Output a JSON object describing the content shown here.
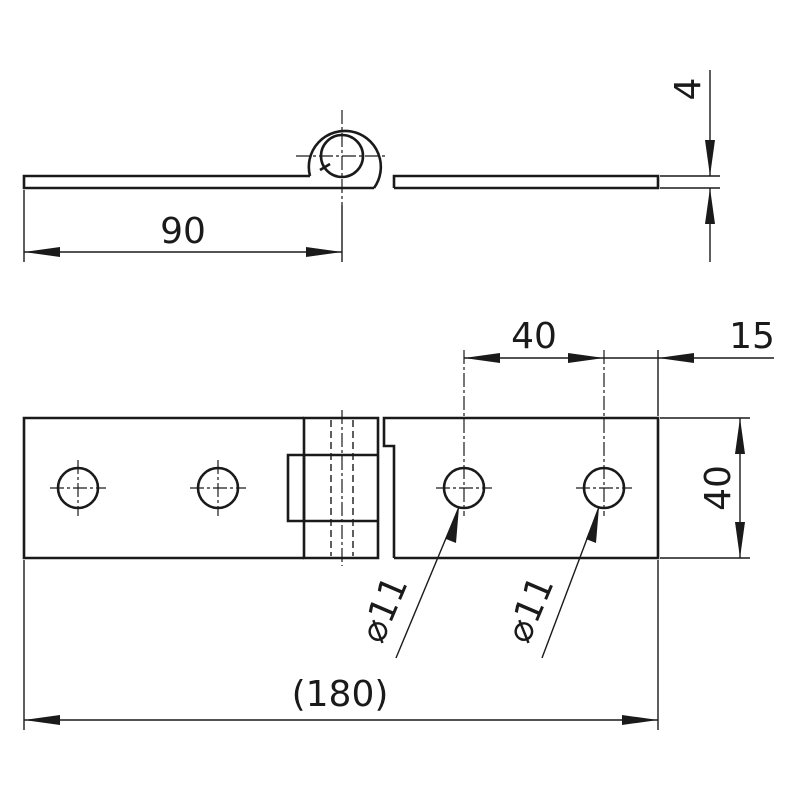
{
  "dimensions": {
    "leaf_length": "90",
    "thickness": "4",
    "hole_pitch": "40",
    "hole_edge_offset": "15",
    "width": "40",
    "hole_diameter_1": "⌀11",
    "hole_diameter_2": "⌀11",
    "overall_length": "(180)"
  },
  "colors": {
    "line": "#1a1a1a",
    "background": "#ffffff"
  }
}
